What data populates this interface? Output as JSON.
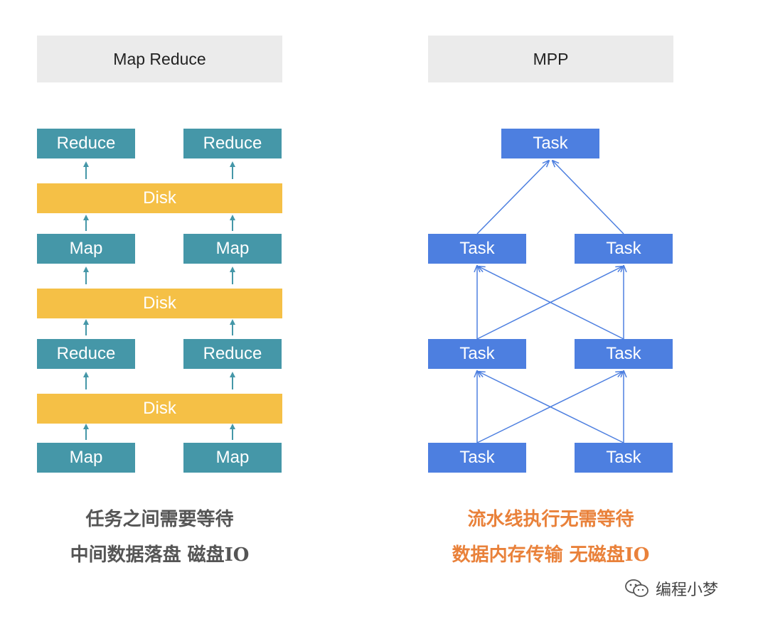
{
  "left": {
    "header": "Map Reduce",
    "reduce_label": "Reduce",
    "map_label": "Map",
    "disk_label": "Disk",
    "caption_line1": "任务之间需要等待",
    "caption_line2": "中间数据落盘 磁盘IO"
  },
  "right": {
    "header": "MPP",
    "task_label": "Task",
    "caption_line1": "流水线执行无需等待",
    "caption_line2": "数据内存传输 无磁盘IO"
  },
  "watermark": {
    "text": "编程小梦",
    "icon": "wechat-icon"
  },
  "colors": {
    "teal": "#4597a8",
    "disk": "#f5c046",
    "task": "#4d7fe0",
    "caption_left": "#555555",
    "caption_right": "#e9813a"
  }
}
